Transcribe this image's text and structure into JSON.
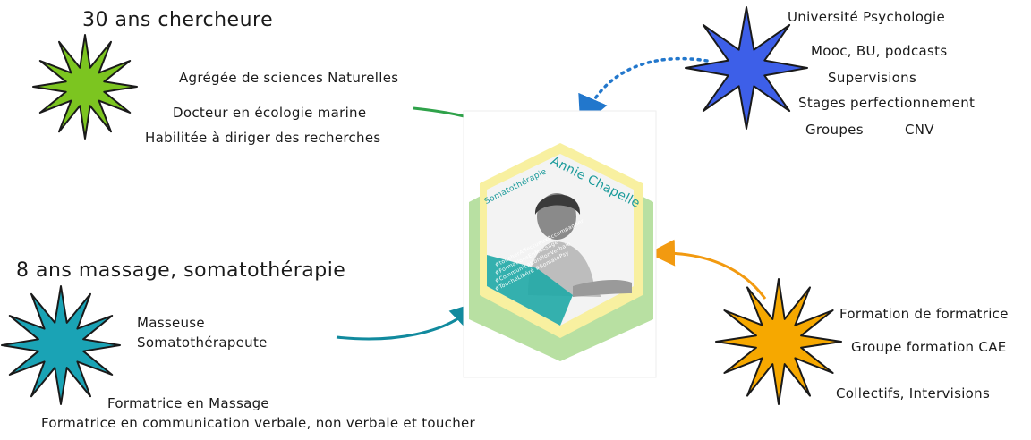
{
  "left_top": {
    "heading": "30 ans chercheure",
    "items": [
      "Agrégée de sciences Naturelles",
      "Docteur en écologie marine",
      "Habilitée à diriger des recherches"
    ],
    "star_color": "#7cc520"
  },
  "left_bottom": {
    "heading": "8 ans massage, somatothérapie",
    "items": [
      "Masseuse",
      "Somatothérapeute",
      "Formatrice en Massage",
      "Formatrice en communication verbale, non verbale et toucher"
    ],
    "star_color": "#1aa3b5"
  },
  "right_top": {
    "items": [
      "Université Psychologie",
      "Mooc, BU, podcasts",
      "Supervisions",
      "Stages perfectionnement",
      "Groupes",
      "CNV"
    ],
    "star_color": "#3d5fe8"
  },
  "right_bottom": {
    "items": [
      "Formation de formatrice",
      "Groupe formation CAE",
      "Collectifs, Intervisions"
    ],
    "star_color": "#f6a800"
  },
  "center": {
    "name": "Annie Chapelle",
    "subtitle": "Somatothérapie",
    "hashtags": [
      "#toucherAffectueuxAccompagner",
      "#FormationsEnMassage",
      "#CommunicationNonVerbale",
      "#TouchéLibéré #SomatoPsy"
    ],
    "colors": {
      "yellow": "#f8f0a0",
      "green": "#b8e0a2",
      "teal": "#1fa9a6"
    }
  }
}
